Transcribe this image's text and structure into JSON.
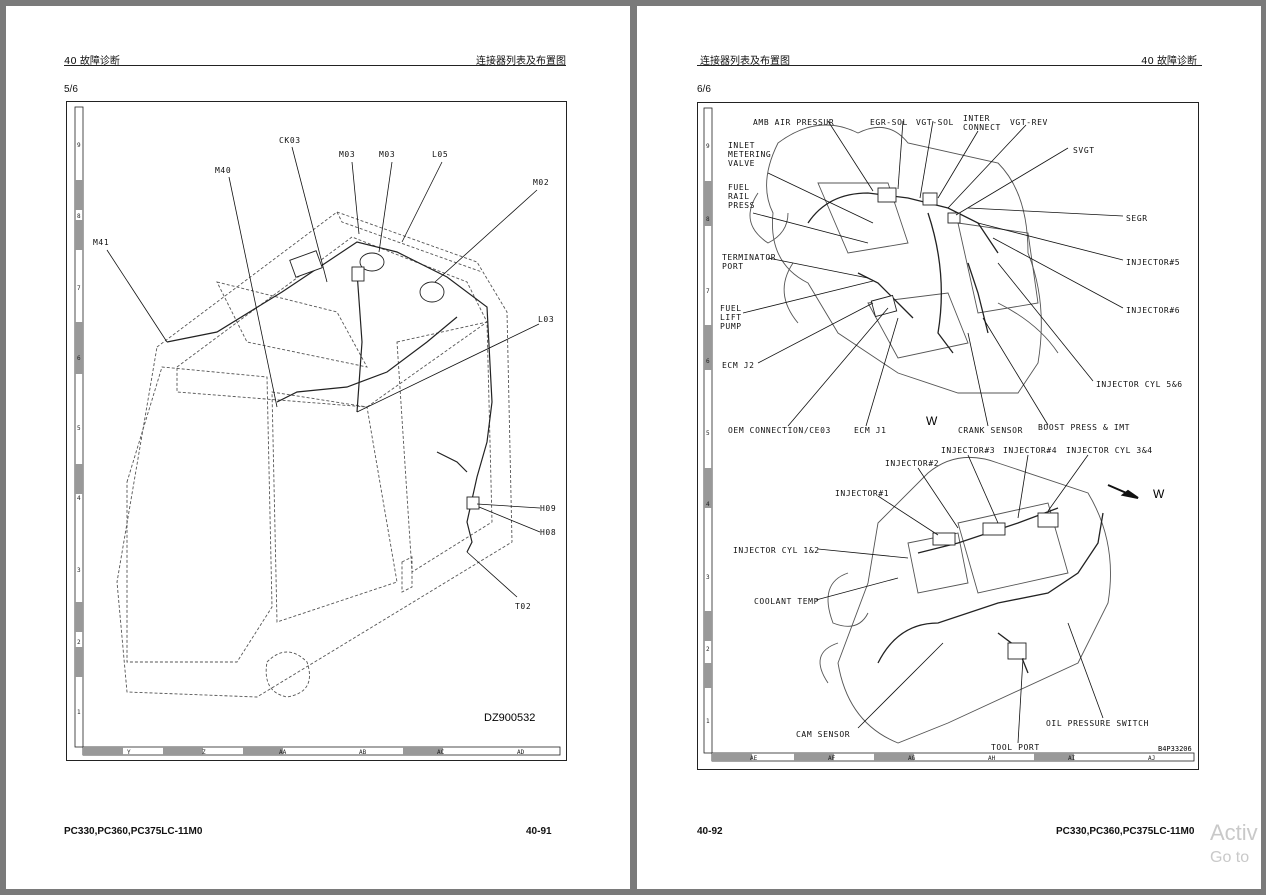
{
  "left_page": {
    "header_left": "40 故障诊断",
    "header_right": "连接器列表及布置图",
    "section": "5/6",
    "figure_id": "DZ900532",
    "callouts": [
      "CK03",
      "M40",
      "M03",
      "M03",
      "L05",
      "M02",
      "M41",
      "L03",
      "H09",
      "H08",
      "T02"
    ],
    "row_ticks": [
      "9",
      "8",
      "7",
      "6",
      "5",
      "4",
      "3",
      "2",
      "1"
    ],
    "col_ticks": [
      "Y",
      "Z",
      "AA",
      "AB",
      "AC",
      "AD"
    ],
    "footer_model": "PC330,PC360,PC375LC-11M0",
    "footer_page": "40-91"
  },
  "right_page": {
    "header_left": "连接器列表及布置图",
    "header_right": "40 故障诊断",
    "section": "6/6",
    "figure_id": "B4P33206",
    "callouts_top": [
      "AMB AIR PRESSUR",
      "EGR-SOL",
      "VGT-SOL",
      "INTER",
      "CONNECT",
      "VGT-REV",
      "SVGT",
      "INLET",
      "METERING",
      "VALVE",
      "FUEL",
      "RAIL",
      "PRESS",
      "SEGR",
      "TERMINATOR",
      "PORT",
      "INJECTOR#5",
      "FUEL",
      "LIFT",
      "PUMP",
      "INJECTOR#6",
      "ECM J2",
      "INJECTOR CYL 5&6",
      "OEM CONNECTION/CE03",
      "ECM J1",
      "CRANK SENSOR",
      "BOOST PRESS & IMT"
    ],
    "callouts_bottom": [
      "INJECTOR#3",
      "INJECTOR#4",
      "INJECTOR CYL 3&4",
      "INJECTOR#2",
      "INJECTOR#1",
      "INJECTOR CYL 1&2",
      "COOLANT TEMP",
      "CAM SENSOR",
      "OIL PRESSURE SWITCH",
      "TOOL PORT"
    ],
    "direction_marks": [
      "W",
      "W"
    ],
    "row_ticks": [
      "9",
      "8",
      "7",
      "6",
      "5",
      "4",
      "3",
      "2",
      "1"
    ],
    "col_ticks": [
      "AE",
      "AF",
      "AG",
      "AH",
      "AI",
      "AJ"
    ],
    "footer_page": "40-92",
    "footer_model": "PC330,PC360,PC375LC-11M0"
  },
  "watermark": {
    "line1": "Activ",
    "line2": "Go to"
  }
}
